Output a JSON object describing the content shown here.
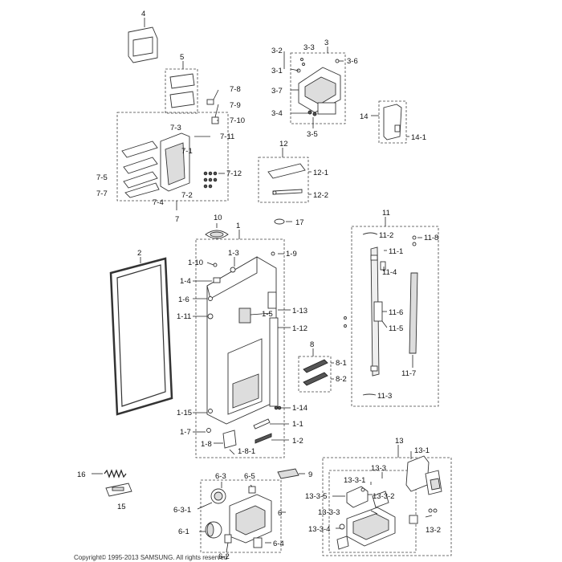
{
  "copyright": "Copyright© 1995-2013 SAMSUNG. All rights reserved",
  "labels": {
    "l4": "4",
    "l5": "5",
    "l3": "3",
    "l3_1": "3-1",
    "l3_2": "3-2",
    "l3_3": "3-3",
    "l3_4": "3-4",
    "l3_5": "3-5",
    "l3_6": "3-6",
    "l3_7": "3-7",
    "l7": "7",
    "l7_1": "7-1",
    "l7_2": "7-2",
    "l7_3": "7-3",
    "l7_4": "7-4",
    "l7_5": "7-5",
    "l7_7": "7-7",
    "l7_8": "7-8",
    "l7_9": "7-9",
    "l7_10": "7-10",
    "l7_11": "7-11",
    "l7_12": "7-12",
    "l12": "12",
    "l12_1": "12-1",
    "l12_2": "12-2",
    "l14": "14",
    "l14_1": "14-1",
    "l10": "10",
    "l17": "17",
    "l1": "1",
    "l1_1": "1-1",
    "l1_2": "1-2",
    "l1_3": "1-3",
    "l1_4": "1-4",
    "l1_5": "1-5",
    "l1_6": "1-6",
    "l1_7": "1-7",
    "l1_8": "1-8",
    "l1_8_1": "1-8-1",
    "l1_9": "1-9",
    "l1_10": "1-10",
    "l1_11": "1-11",
    "l1_12": "1-12",
    "l1_13": "1-13",
    "l1_14": "1-14",
    "l1_15": "1-15",
    "l2": "2",
    "l8": "8",
    "l8_1": "8-1",
    "l8_2": "8-2",
    "l11": "11",
    "l11_1": "11-1",
    "l11_2": "11-2",
    "l11_3": "11-3",
    "l11_4": "11-4",
    "l11_5": "11-5",
    "l11_6": "11-6",
    "l11_7": "11-7",
    "l11_8": "11-8",
    "l16": "16",
    "l15": "15",
    "l9": "9",
    "l6": "6",
    "l6_1": "6-1",
    "l6_2": "6-2",
    "l6_3": "6-3",
    "l6_3_1": "6-3-1",
    "l6_4": "6-4",
    "l6_5": "6-5",
    "l13": "13",
    "l13_1": "13-1",
    "l13_2": "13-2",
    "l13_3": "13-3",
    "l13_3_1": "13-3-1",
    "l13_3_2": "13-3-2",
    "l13_3_3": "13-3-3",
    "l13_3_4": "13-3-4",
    "l13_3_5": "13-3-5"
  }
}
